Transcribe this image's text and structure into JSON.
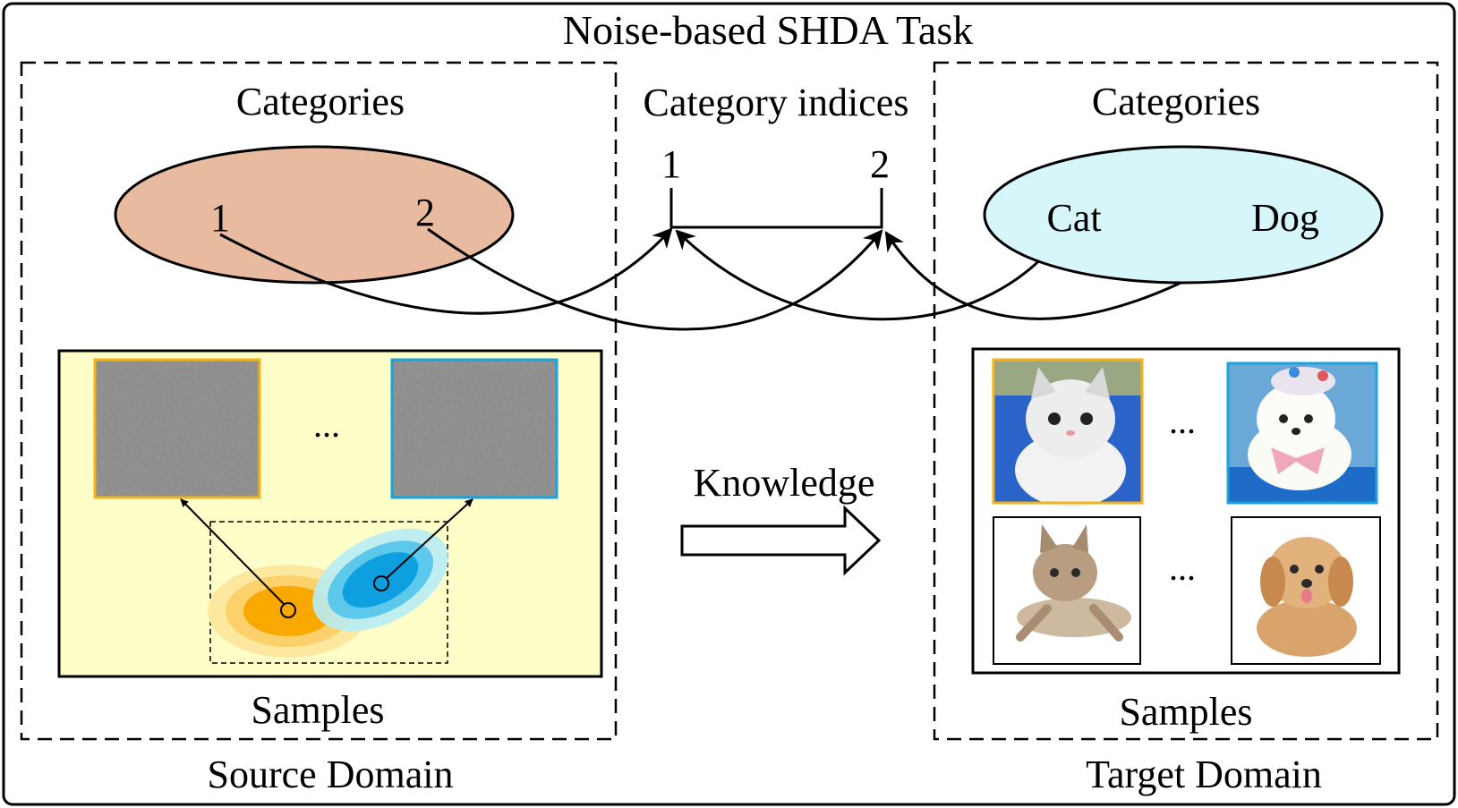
{
  "title": "Noise-based SHDA Task",
  "source": {
    "categories_label": "Categories",
    "category_items": [
      "1",
      "2"
    ],
    "samples_label": "Samples",
    "domain_label": "Source Domain",
    "ellipsis": "..."
  },
  "middle": {
    "indices_label": "Category indices",
    "indices": [
      "1",
      "2"
    ],
    "knowledge_label": "Knowledge"
  },
  "target": {
    "categories_label": "Categories",
    "category_items": [
      "Cat",
      "Dog"
    ],
    "samples_label": "Samples",
    "domain_label": "Target Domain",
    "ellipsis": "..."
  },
  "colors": {
    "source_ellipse": "#e8bba0",
    "target_ellipse": "#d6f6fa",
    "samples_panel": "#fefec8",
    "orange_frame": "#f2b21a",
    "blue_frame": "#1aa3dc",
    "gauss_orange": "#f9a800",
    "gauss_blue": "#0d9fe0"
  },
  "icons": [
    "noise-image",
    "cat-photo",
    "dog-photo",
    "hollow-right-arrow"
  ]
}
